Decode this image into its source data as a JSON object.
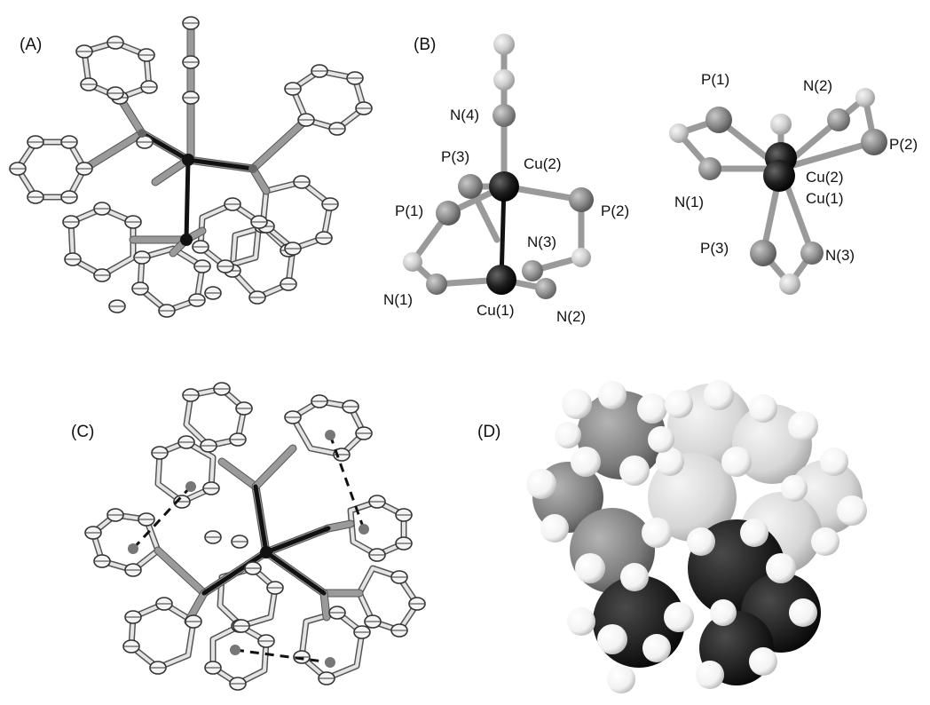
{
  "panels": {
    "a": {
      "label": "(A)"
    },
    "b": {
      "label": "(B)",
      "side_view": {
        "n4": "N(4)",
        "p3": "P(3)",
        "cu2": "Cu(2)",
        "p1": "P(1)",
        "p2": "P(2)",
        "n3": "N(3)",
        "n1": "N(1)",
        "cu1": "Cu(1)",
        "n2": "N(2)"
      },
      "top_view": {
        "p1": "P(1)",
        "n2": "N(2)",
        "p2": "P(2)",
        "cu2": "Cu(2)",
        "n1": "N(1)",
        "cu1": "Cu(1)",
        "p3": "P(3)",
        "n3": "N(3)"
      }
    },
    "c": {
      "label": "(C)"
    },
    "d": {
      "label": "(D)"
    }
  },
  "colors": {
    "background": "#ffffff",
    "copper": "#222222",
    "phosphorus": "#8a8a8a",
    "nitrogen": "#909090",
    "carbon_light": "#d2d2d2",
    "hydrogen": "#ffffff",
    "dash": "#111111"
  }
}
